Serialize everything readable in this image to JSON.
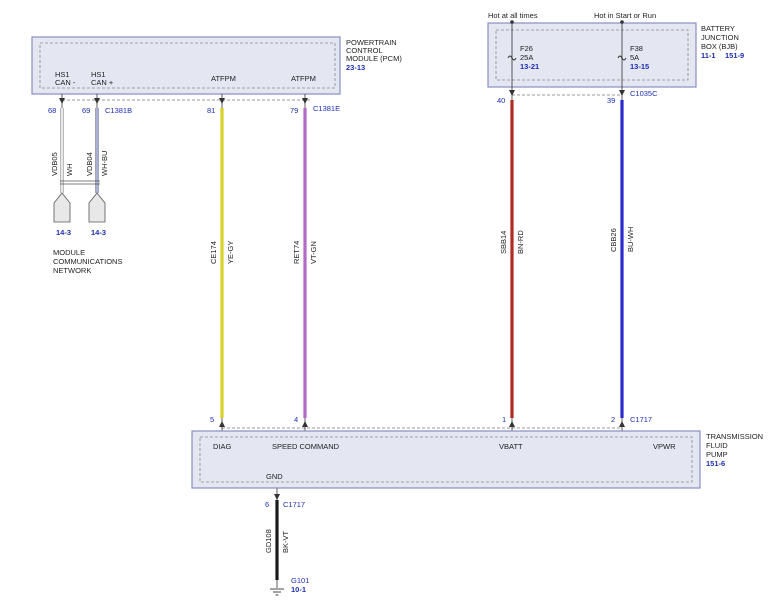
{
  "supplies": {
    "hot_at_all_times": "Hot at all times",
    "hot_in_start_or_run": "Hot in Start or Run"
  },
  "bjb": {
    "name_lines": [
      "BATTERY",
      "JUNCTION",
      "BOX (BJB)"
    ],
    "ref_a": "11-1",
    "ref_b": "151-9",
    "fuse1": {
      "id": "F26",
      "rating": "25A",
      "ref": "13-21"
    },
    "fuse2": {
      "id": "F38",
      "rating": "5A",
      "ref": "13-15"
    },
    "connector": "C1035C"
  },
  "pcm": {
    "name_lines": [
      "POWERTRAIN",
      "CONTROL",
      "MODULE (PCM)"
    ],
    "ref": "23-13",
    "pin_labels": [
      {
        "line1": "HS1",
        "line2": "CAN -"
      },
      {
        "line1": "HS1",
        "line2": "CAN +"
      },
      {
        "line1": "ATFPM",
        "line2": ""
      },
      {
        "line1": "ATFPM",
        "line2": ""
      }
    ],
    "connector_b": "C1381B",
    "connector_e": "C1381E"
  },
  "pins": {
    "pcm_can_minus": "68",
    "pcm_can_plus": "69",
    "pcm_atfpm_1": "81",
    "pcm_atfpm_2": "79",
    "bjb_f26": "40",
    "bjb_f38": "39",
    "pump_diag": "5",
    "pump_speed": "4",
    "pump_vbatt": "1",
    "pump_vpwr": "2",
    "pump_gnd": "6"
  },
  "wires": [
    {
      "circuit": "VDB05",
      "color_code": "WH",
      "hex": "#e8e8e8"
    },
    {
      "circuit": "VDB04",
      "color_code": "WH-BU",
      "hex": "#a8b0d8"
    },
    {
      "circuit": "CE174",
      "color_code": "YE-GY",
      "hex": "#d7d22a"
    },
    {
      "circuit": "RET74",
      "color_code": "VT-GN",
      "hex": "#b26ac8"
    },
    {
      "circuit": "SBB14",
      "color_code": "BN-RD",
      "hex": "#b22a22"
    },
    {
      "circuit": "CBB26",
      "color_code": "BU-WH",
      "hex": "#2a2ad0"
    },
    {
      "circuit": "GD108",
      "color_code": "BK-VT",
      "hex": "#1a1a1a"
    }
  ],
  "network": {
    "ref_1": "14-3",
    "ref_2": "14-3",
    "label_lines": [
      "MODULE",
      "COMMUNICATIONS",
      "NETWORK"
    ]
  },
  "pump": {
    "name_lines": [
      "TRANSMISSION",
      "FLUID",
      "PUMP"
    ],
    "ref": "151-6",
    "connector_top": "C1717",
    "connector_bottom": "C1717",
    "pin_labels": {
      "diag": "DIAG",
      "speed": "SPEED COMMAND",
      "vbatt": "VBATT",
      "vpwr": "VPWR",
      "gnd": "GND"
    }
  },
  "ground": {
    "id": "G101",
    "ref": "10-1"
  }
}
